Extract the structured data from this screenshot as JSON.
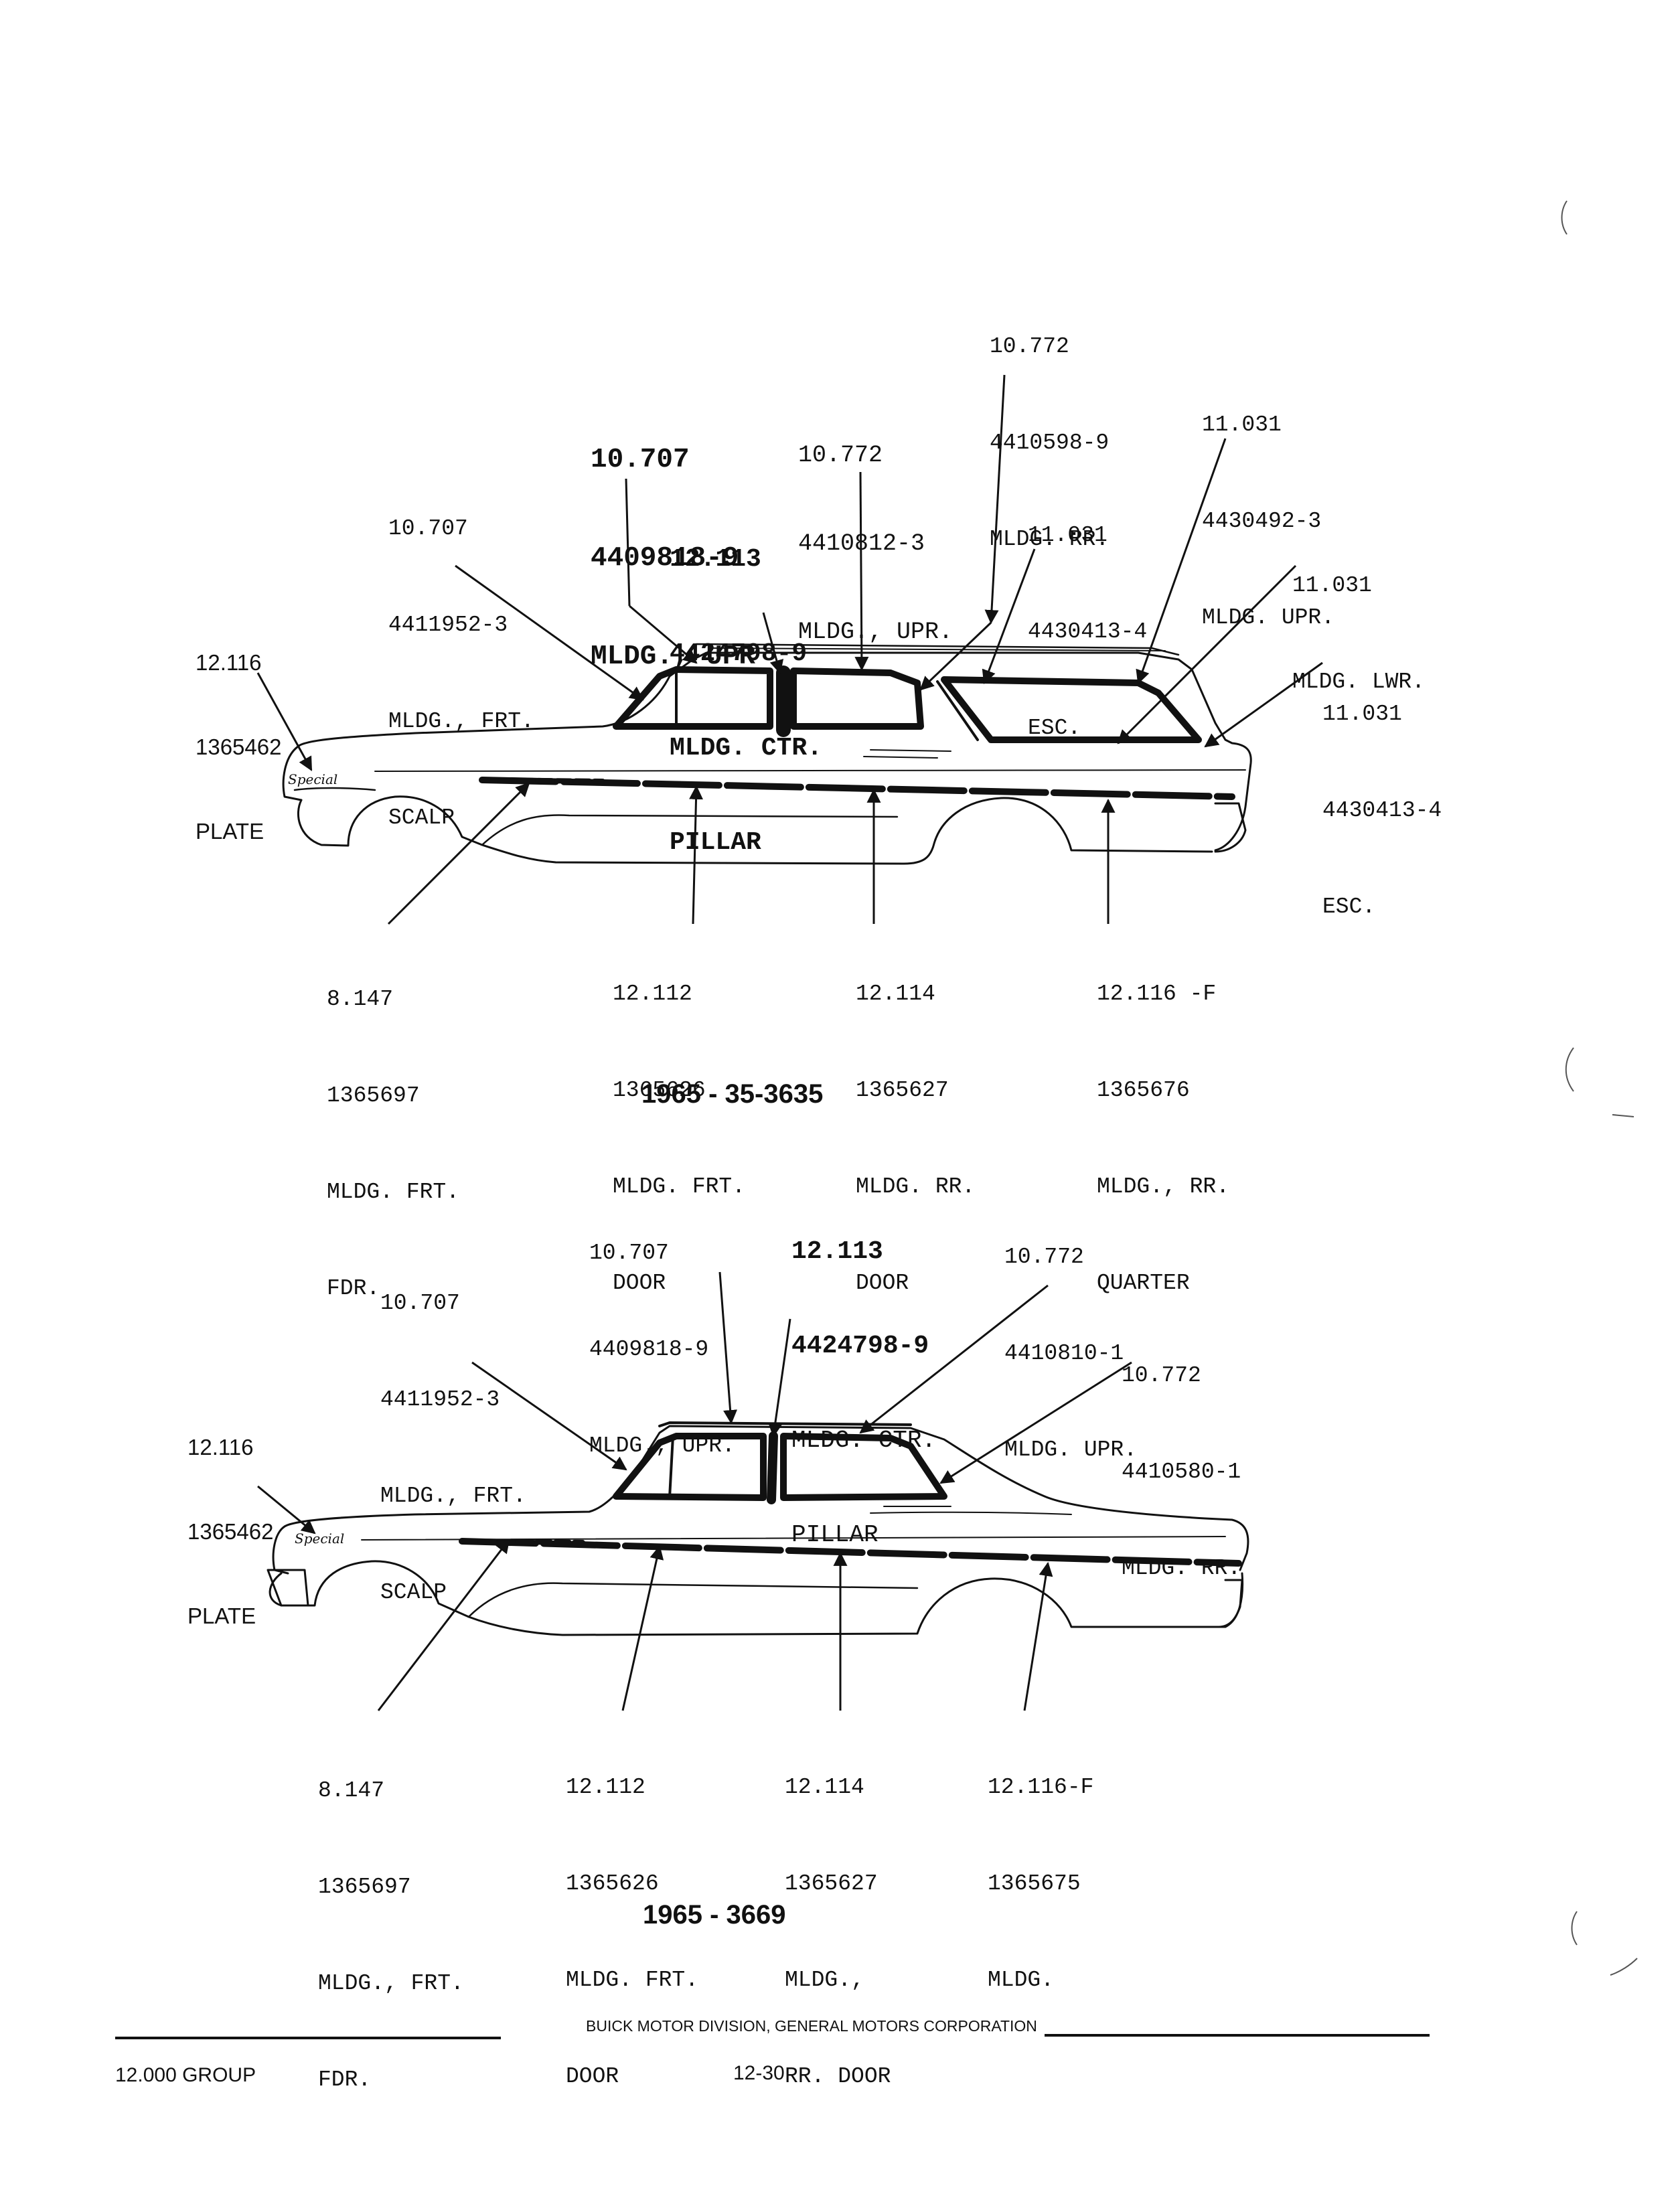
{
  "diagrams": [
    {
      "caption": "1965 - 35-3635",
      "callouts": [
        {
          "id": "rr-upr-top",
          "lines": [
            "10.772",
            "4410598-9",
            "MLDG. RR."
          ]
        },
        {
          "id": "upr-rear",
          "lines": [
            "11.031",
            "4430492-3",
            "MLDG. UPR."
          ]
        },
        {
          "id": "upr-front",
          "lines": [
            "10.707",
            "4409818-9",
            "MLDG., UPR"
          ]
        },
        {
          "id": "upr-mid",
          "lines": [
            "10.772",
            "4410812-3",
            "MLDG., UPR."
          ]
        },
        {
          "id": "scalp",
          "lines": [
            "10.707",
            "4411952-3",
            "MLDG., FRT.",
            "SCALP"
          ]
        },
        {
          "id": "ctr-pillar",
          "lines": [
            "12.113",
            "4424798-9",
            "MLDG. CTR.",
            "PILLAR"
          ]
        },
        {
          "id": "esc-upper",
          "lines": [
            "11.031",
            "4430413-4",
            "ESC."
          ]
        },
        {
          "id": "lwr",
          "lines": [
            "11.031",
            "MLDG. LWR."
          ]
        },
        {
          "id": "plate",
          "lines": [
            "12.116",
            "1365462",
            "PLATE"
          ]
        },
        {
          "id": "esc-lower",
          "lines": [
            "11.031",
            "4430413-4",
            "ESC."
          ]
        },
        {
          "id": "frt-fdr",
          "lines": [
            "8.147",
            "1365697",
            "MLDG. FRT.",
            "FDR."
          ]
        },
        {
          "id": "frt-door",
          "lines": [
            "12.112",
            "1365626",
            "MLDG. FRT.",
            "DOOR"
          ]
        },
        {
          "id": "rr-door",
          "lines": [
            "12.114",
            "1365627",
            "MLDG. RR.",
            "DOOR"
          ]
        },
        {
          "id": "rr-quarter",
          "lines": [
            "12.116 -F",
            "1365676",
            "MLDG., RR.",
            "QUARTER"
          ]
        }
      ]
    },
    {
      "caption": "1965 - 3669",
      "callouts": [
        {
          "id": "upr-front",
          "lines": [
            "10.707",
            "4409818-9",
            "MLDG., UPR."
          ]
        },
        {
          "id": "ctr-pillar",
          "lines": [
            "12.113",
            "4424798-9",
            "MLDG. CTR.",
            "PILLAR"
          ]
        },
        {
          "id": "upr-rear",
          "lines": [
            "10.772",
            "4410810-1",
            "MLDG. UPR."
          ]
        },
        {
          "id": "scalp",
          "lines": [
            "10.707",
            "4411952-3",
            "MLDG., FRT.",
            "SCALP"
          ]
        },
        {
          "id": "rr",
          "lines": [
            "10.772",
            "4410580-1",
            "MLDG. RR."
          ]
        },
        {
          "id": "plate",
          "lines": [
            "12.116",
            "1365462",
            "PLATE"
          ]
        },
        {
          "id": "frt-fdr",
          "lines": [
            "8.147",
            "1365697",
            "MLDG., FRT.",
            "FDR."
          ]
        },
        {
          "id": "frt-door",
          "lines": [
            "12.112",
            "1365626",
            "MLDG. FRT.",
            "DOOR"
          ]
        },
        {
          "id": "rr-door",
          "lines": [
            "12.114",
            "1365627",
            "MLDG.,",
            "RR. DOOR"
          ]
        },
        {
          "id": "mldg",
          "lines": [
            "12.116-F",
            "1365675",
            "MLDG."
          ]
        }
      ]
    }
  ],
  "emblem_text": "Special",
  "footer": {
    "division": "BUICK MOTOR DIVISION, GENERAL MOTORS CORPORATION",
    "group": "12.000 GROUP",
    "page_number": "12-30"
  },
  "colors": {
    "ink": "#111111",
    "paper": "#ffffff"
  }
}
